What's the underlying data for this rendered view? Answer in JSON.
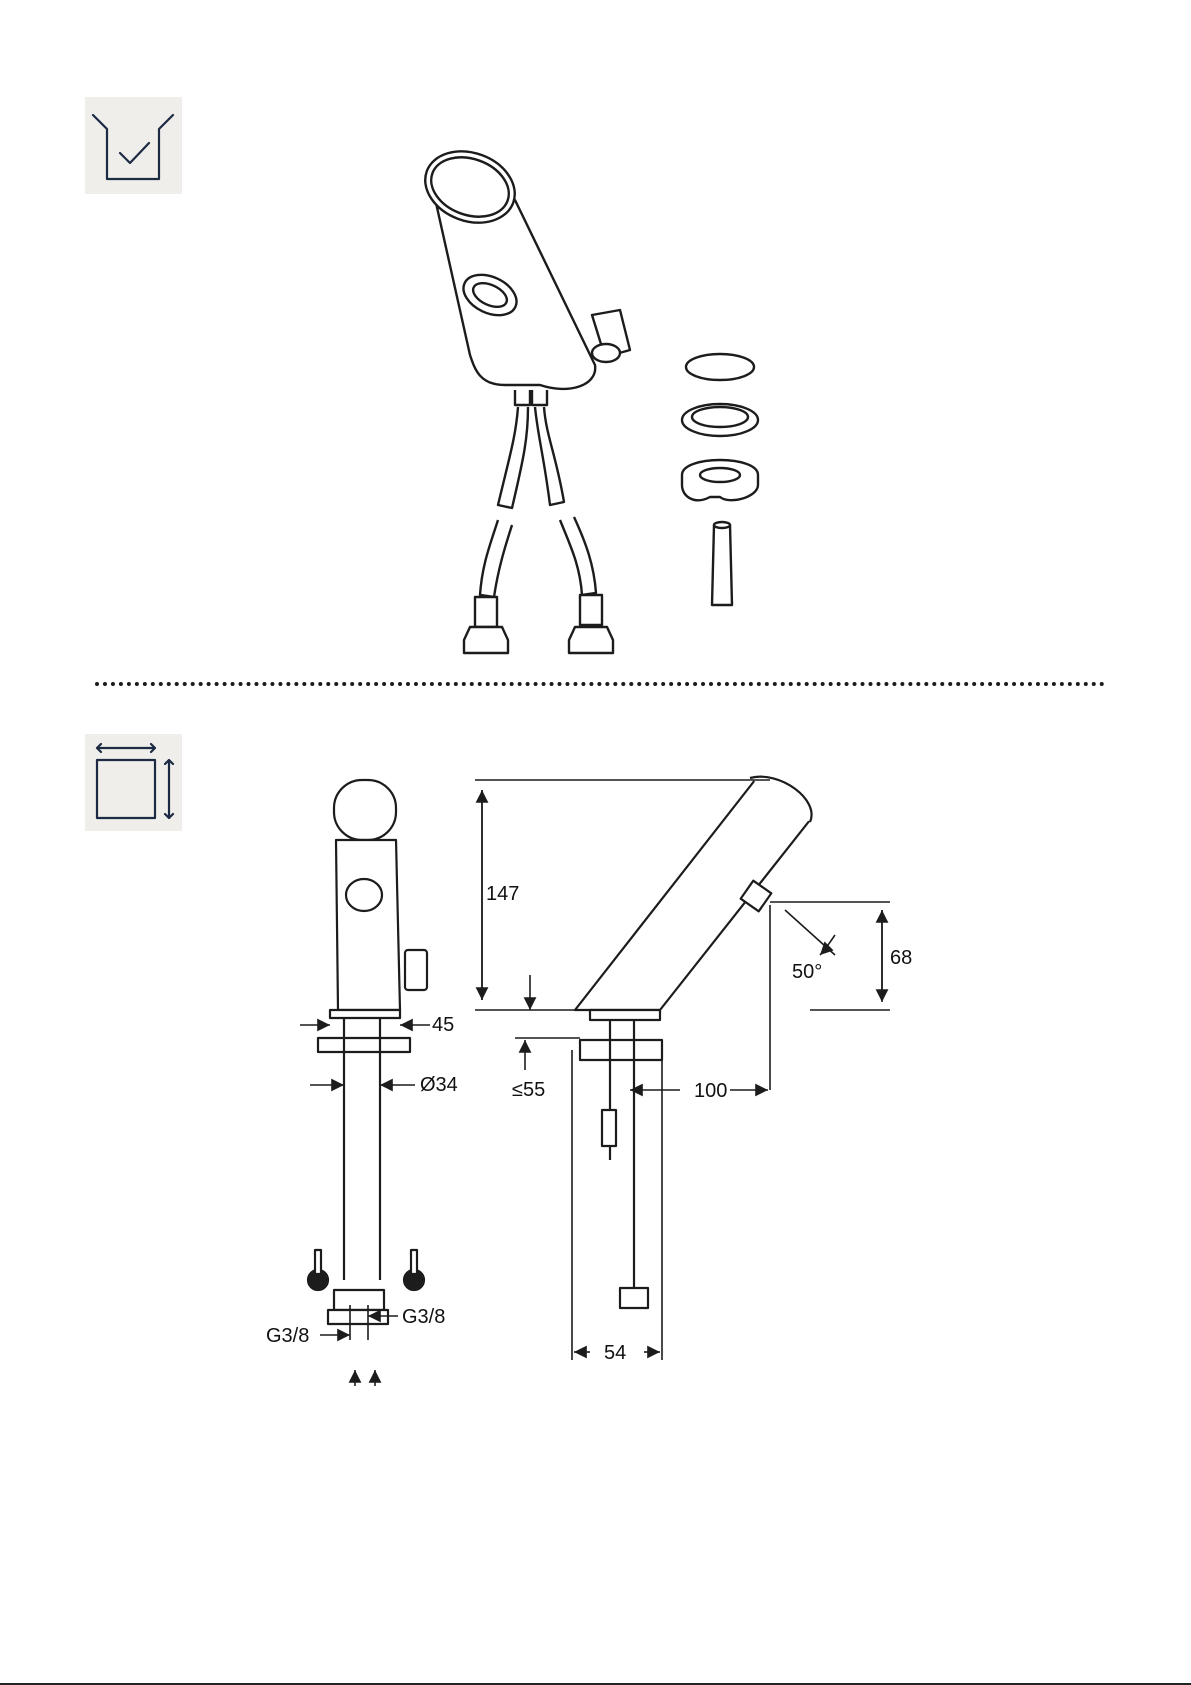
{
  "sections": {
    "scope_of_delivery": {
      "icon": "checkbox-scope-icon"
    },
    "dimensions": {
      "icon": "dimensions-square-icon"
    }
  },
  "dimensions": {
    "width_base": "45",
    "diameter_hole": "Ø34",
    "connection_cold": "G3/8",
    "connection_hot": "G3/8",
    "height_total": "147",
    "height_spout": "68",
    "angle": "50°",
    "thickness_max": "≤55",
    "reach": "100",
    "depth": "54"
  },
  "colors": {
    "ink": "#1c1c1c",
    "icon_bg": "#efeeea",
    "icon_line": "#1d2a44"
  }
}
